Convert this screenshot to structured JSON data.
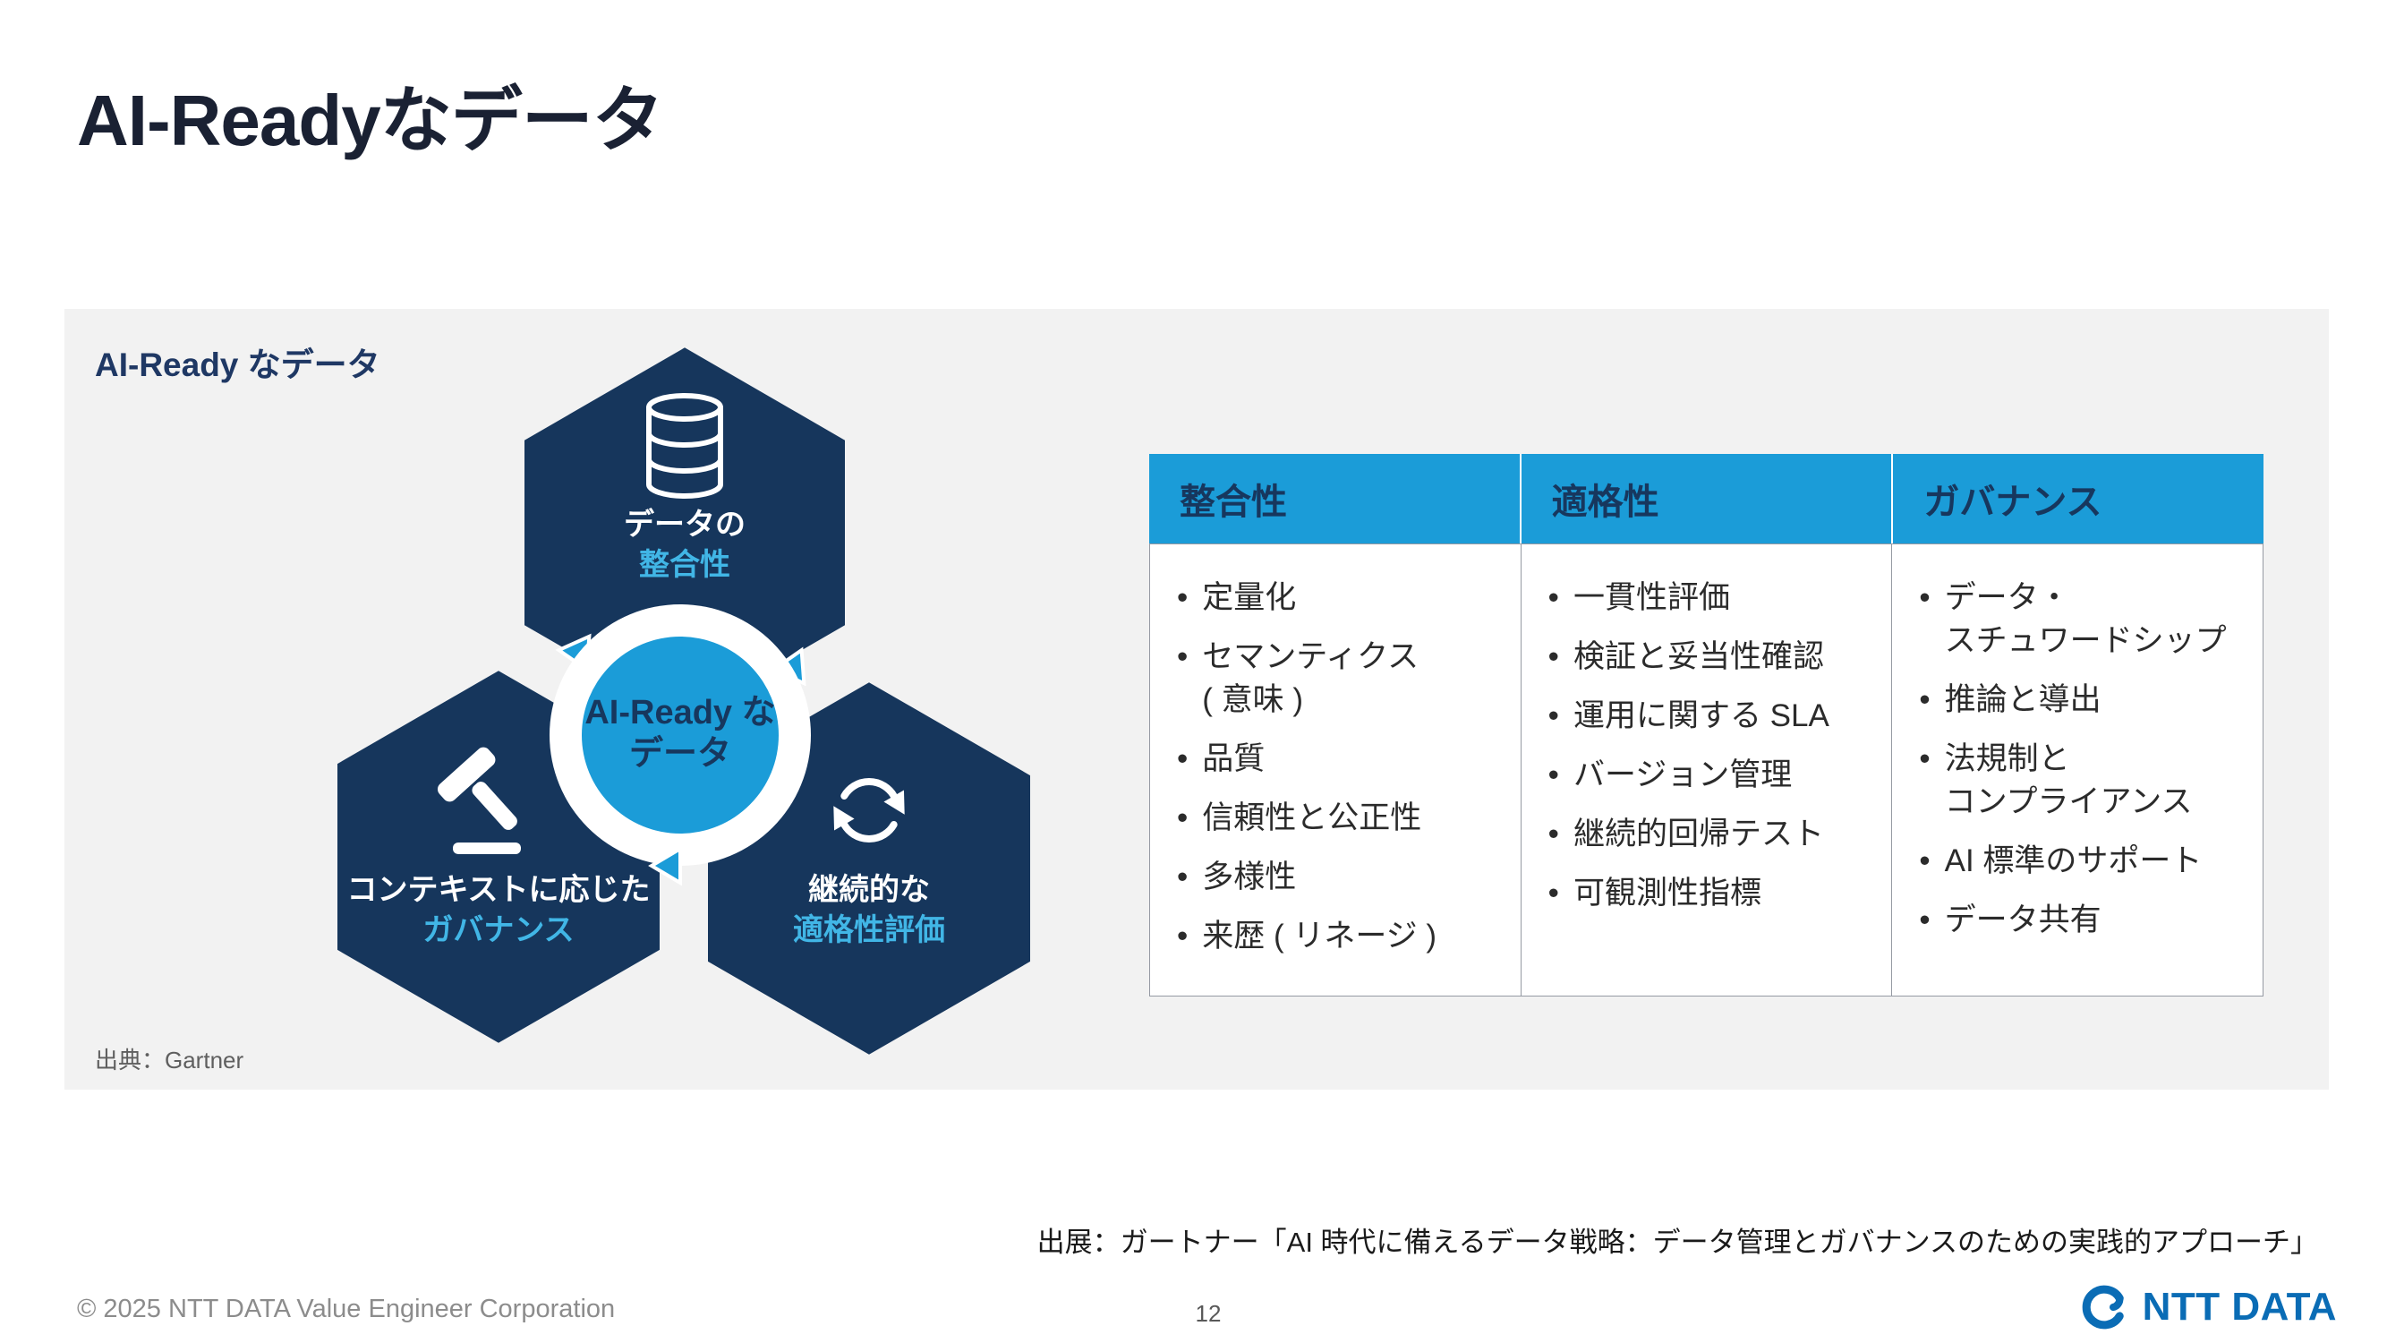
{
  "slide": {
    "title": "AI-Readyなデータ",
    "source_note": "出展：ガートナー「AI 時代に備えるデータ戦略：データ管理とガバナンスのための実践的アプローチ」",
    "copyright": "© 2025 NTT DATA Value Engineer Corporation",
    "page_number": "12"
  },
  "panel": {
    "label": "AI-Ready なデータ",
    "source": "出典：Gartner"
  },
  "diagram": {
    "center_line1": "AI-Ready な",
    "center_line2": "データ",
    "hex_top_line1": "データの",
    "hex_top_line2": "整合性",
    "hex_left_line1": "コンテキストに応じた",
    "hex_left_line2": "ガバナンス",
    "hex_right_line1": "継続的な",
    "hex_right_line2": "適格性評価"
  },
  "table": {
    "columns": [
      {
        "header": "整合性",
        "items": [
          "定量化",
          "セマンティクス\n( 意味 )",
          "品質",
          "信頼性と公正性",
          "多様性",
          "来歴 ( リネージ )"
        ]
      },
      {
        "header": "適格性",
        "items": [
          "一貫性評価",
          "検証と妥当性確認",
          "運用に関する SLA",
          "バージョン管理",
          "継続的回帰テスト",
          "可観測性指標"
        ]
      },
      {
        "header": "ガバナンス",
        "items": [
          "データ・\nスチュワードシップ",
          "推論と導出",
          "法規制と\nコンプライアンス",
          "AI 標準のサポート",
          "データ共有"
        ]
      }
    ]
  },
  "logo": {
    "wordmark": "NTT DATA"
  },
  "icons": {
    "bullet": "•"
  },
  "colors": {
    "navy": "#16365c",
    "cyan": "#1b9cd8",
    "light_blue": "#41b6e6",
    "header_text": "#17375e",
    "brand_blue": "#0a6cb5"
  }
}
